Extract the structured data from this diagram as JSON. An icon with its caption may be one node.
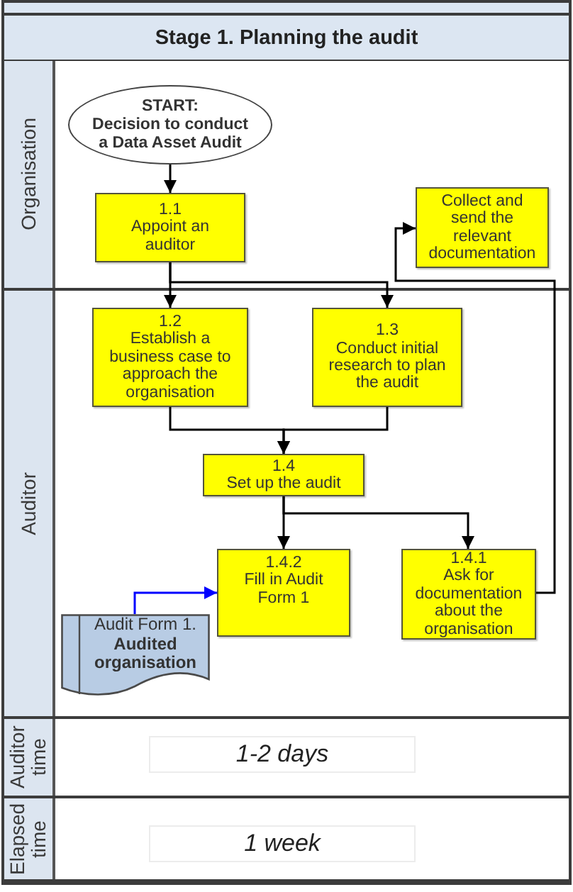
{
  "diagram": {
    "title": "Stage 1. Planning the audit",
    "nodes": [
      {
        "text": [
          "Organisation"
        ]
      },
      {
        "text": [
          "START:",
          "Decision to conduct a Data Asset Audit"
        ],
        "in": 0
      },
      {
        "text": [
          "1.1",
          "Appoint an auditor"
        ],
        "in": 0
      },
      {
        "text": [
          "Collect and send the relevant documentation"
        ],
        "in": 0
      },
      {
        "text": [
          "Auditor"
        ]
      },
      {
        "text": [
          "1.2",
          "Establish a business case to approach the organisation"
        ],
        "in": 4
      },
      {
        "text": [
          "1.3",
          "Conduct initial research to plan the audit"
        ],
        "in": 4
      },
      {
        "text": [
          "1.4",
          "Set up the audit"
        ],
        "in": 4
      },
      {
        "text": [
          "1.4.2",
          "Fill in Audit Form 1"
        ],
        "in": 4
      },
      {
        "text": [
          "1.4.1",
          "Ask for documentation about the organisation"
        ],
        "in": 4
      },
      {
        "text": [
          "Audit Form 1. **Audited organisation**"
        ],
        "in": 4
      },
      {
        "text": [
          "Auditor time"
        ]
      },
      {
        "text": [
          "1-2 days"
        ],
        "in": 11
      },
      {
        "text": [
          "Elapsed time"
        ]
      },
      {
        "text": [
          "1 week"
        ],
        "in": 13
      }
    ],
    "edges": [
      {
        "from": 1,
        "to": 2,
        "arrow": "to"
      },
      {
        "from": 2,
        "to": 5,
        "arrow": "to"
      },
      {
        "from": 2,
        "to": 6,
        "arrow": "to"
      },
      {
        "from": 5,
        "to": 7,
        "arrow": "to"
      },
      {
        "from": 6,
        "to": 7,
        "arrow": "to"
      },
      {
        "from": 7,
        "to": 8,
        "arrow": "to"
      },
      {
        "from": 7,
        "to": 9,
        "arrow": "to"
      },
      {
        "from": 9,
        "to": 3,
        "arrow": "to"
      },
      {
        "from": 10,
        "to": 8,
        "arrow": "to",
        "color": "#0000ff"
      }
    ]
  }
}
